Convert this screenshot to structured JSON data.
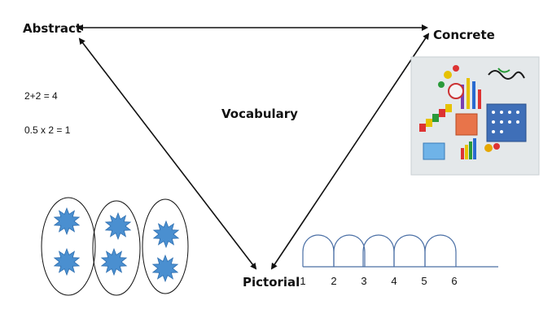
{
  "labels": {
    "abstract": "Abstract",
    "concrete": "Concrete",
    "pictorial": "Pictorial",
    "vocabulary": "Vocabulary"
  },
  "equations": [
    "2+2 = 4",
    "0.5 x 2 = 1"
  ],
  "number_line": [
    "1",
    "2",
    "3",
    "4",
    "5",
    "6"
  ],
  "groups": [
    2,
    2,
    2
  ],
  "colors": {
    "star": "#4a8fd0",
    "star_stroke": "#2f6fb0",
    "line": "#111111",
    "jump": "#4a6fa5"
  },
  "icons": {
    "concrete_photo": "math-manipulatives-photo"
  }
}
